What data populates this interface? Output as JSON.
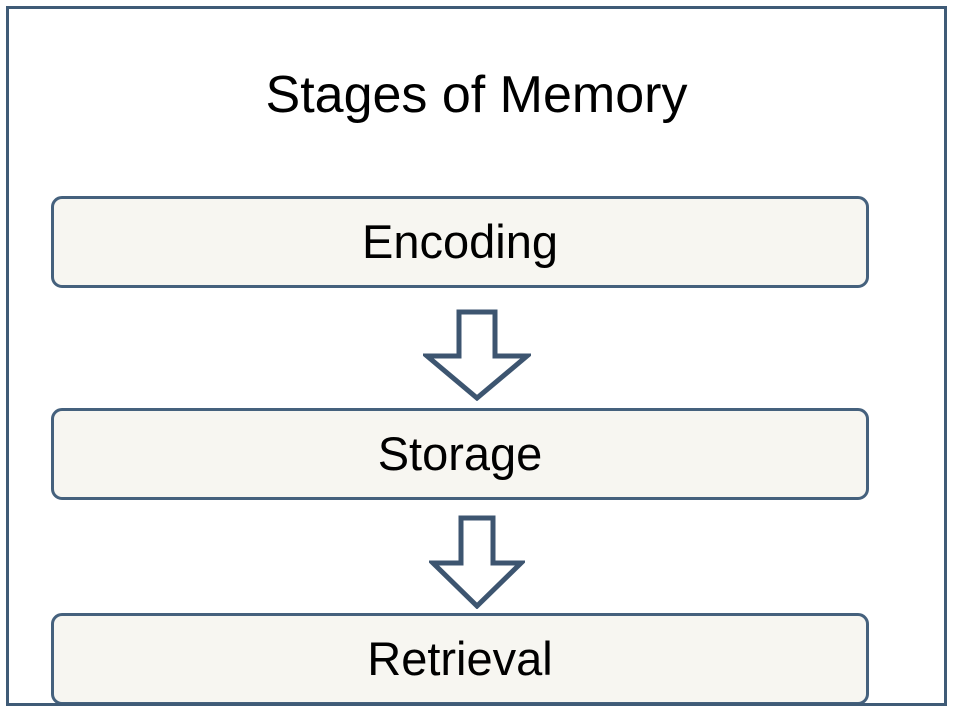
{
  "slide": {
    "title": "Stages of Memory",
    "frame_border_color": "#3f5b77",
    "background_color": "#ffffff"
  },
  "diagram": {
    "type": "vertical-flow",
    "box_fill_color": "#f7f6f1",
    "box_border_color": "#45617d",
    "arrow_outline_color": "#3d5570",
    "arrow_fill_color": "#ffffff",
    "text_color": "#000000",
    "stages": [
      {
        "label": "Encoding"
      },
      {
        "label": "Storage"
      },
      {
        "label": "Retrieval"
      }
    ],
    "connectors": [
      {
        "icon": "arrow-down-icon",
        "from": "Encoding",
        "to": "Storage"
      },
      {
        "icon": "arrow-down-icon",
        "from": "Storage",
        "to": "Retrieval"
      }
    ]
  }
}
